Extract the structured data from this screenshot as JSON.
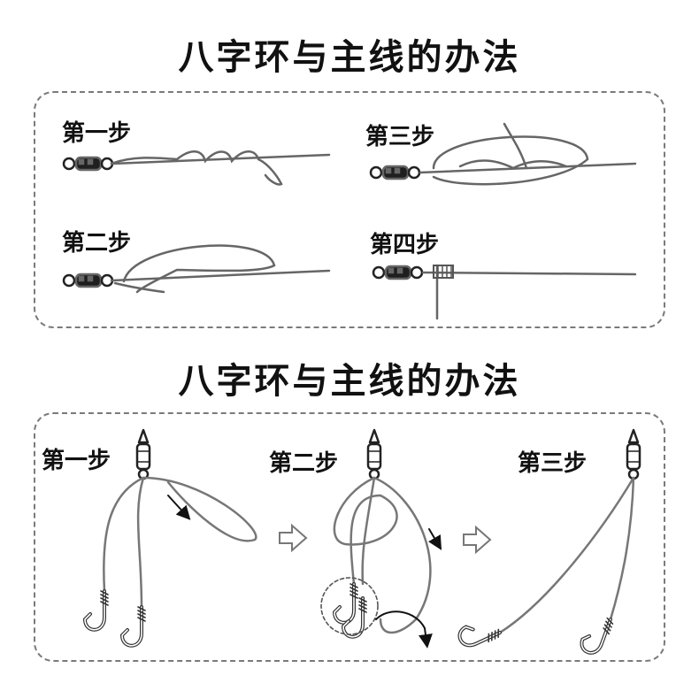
{
  "section1": {
    "title": "八字环与主线的办法",
    "steps": [
      "第一步",
      "第二步",
      "第三步",
      "第四步"
    ]
  },
  "section2": {
    "title": "八字环与主线的办法",
    "steps": [
      "第一步",
      "第二步",
      "第三步"
    ]
  }
}
